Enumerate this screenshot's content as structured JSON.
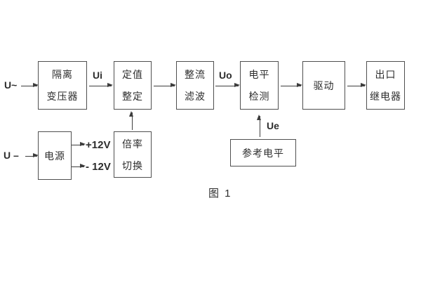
{
  "caption": "图 1",
  "inputs": {
    "ac_label": "U~",
    "dc_label": "U –"
  },
  "signal_labels": {
    "ui": "Ui",
    "uo": "Uo",
    "ue": "Ue",
    "plus_12v": "+12V",
    "minus_12v": "- 12V"
  },
  "blocks": {
    "isolation_transformer": {
      "line1": "隔离",
      "line2": "变压器"
    },
    "setting_adjust": {
      "line1": "定值",
      "line2": "整定"
    },
    "rectifier_filter": {
      "line1": "整流",
      "line2": "滤波"
    },
    "level_detect": {
      "line1": "电平",
      "line2": "检测"
    },
    "drive": {
      "label": "驱动"
    },
    "output_relay": {
      "line1": "出口",
      "line2": "继电器"
    },
    "power_supply": {
      "label": "电源"
    },
    "ratio_switch": {
      "line1": "倍率",
      "line2": "切换"
    },
    "reference_level": {
      "label": "参考电平"
    }
  },
  "colors": {
    "background": "#ffffff",
    "line": "#3d3d3d",
    "border": "#4f4f4f",
    "text": "#2d2d2d"
  }
}
